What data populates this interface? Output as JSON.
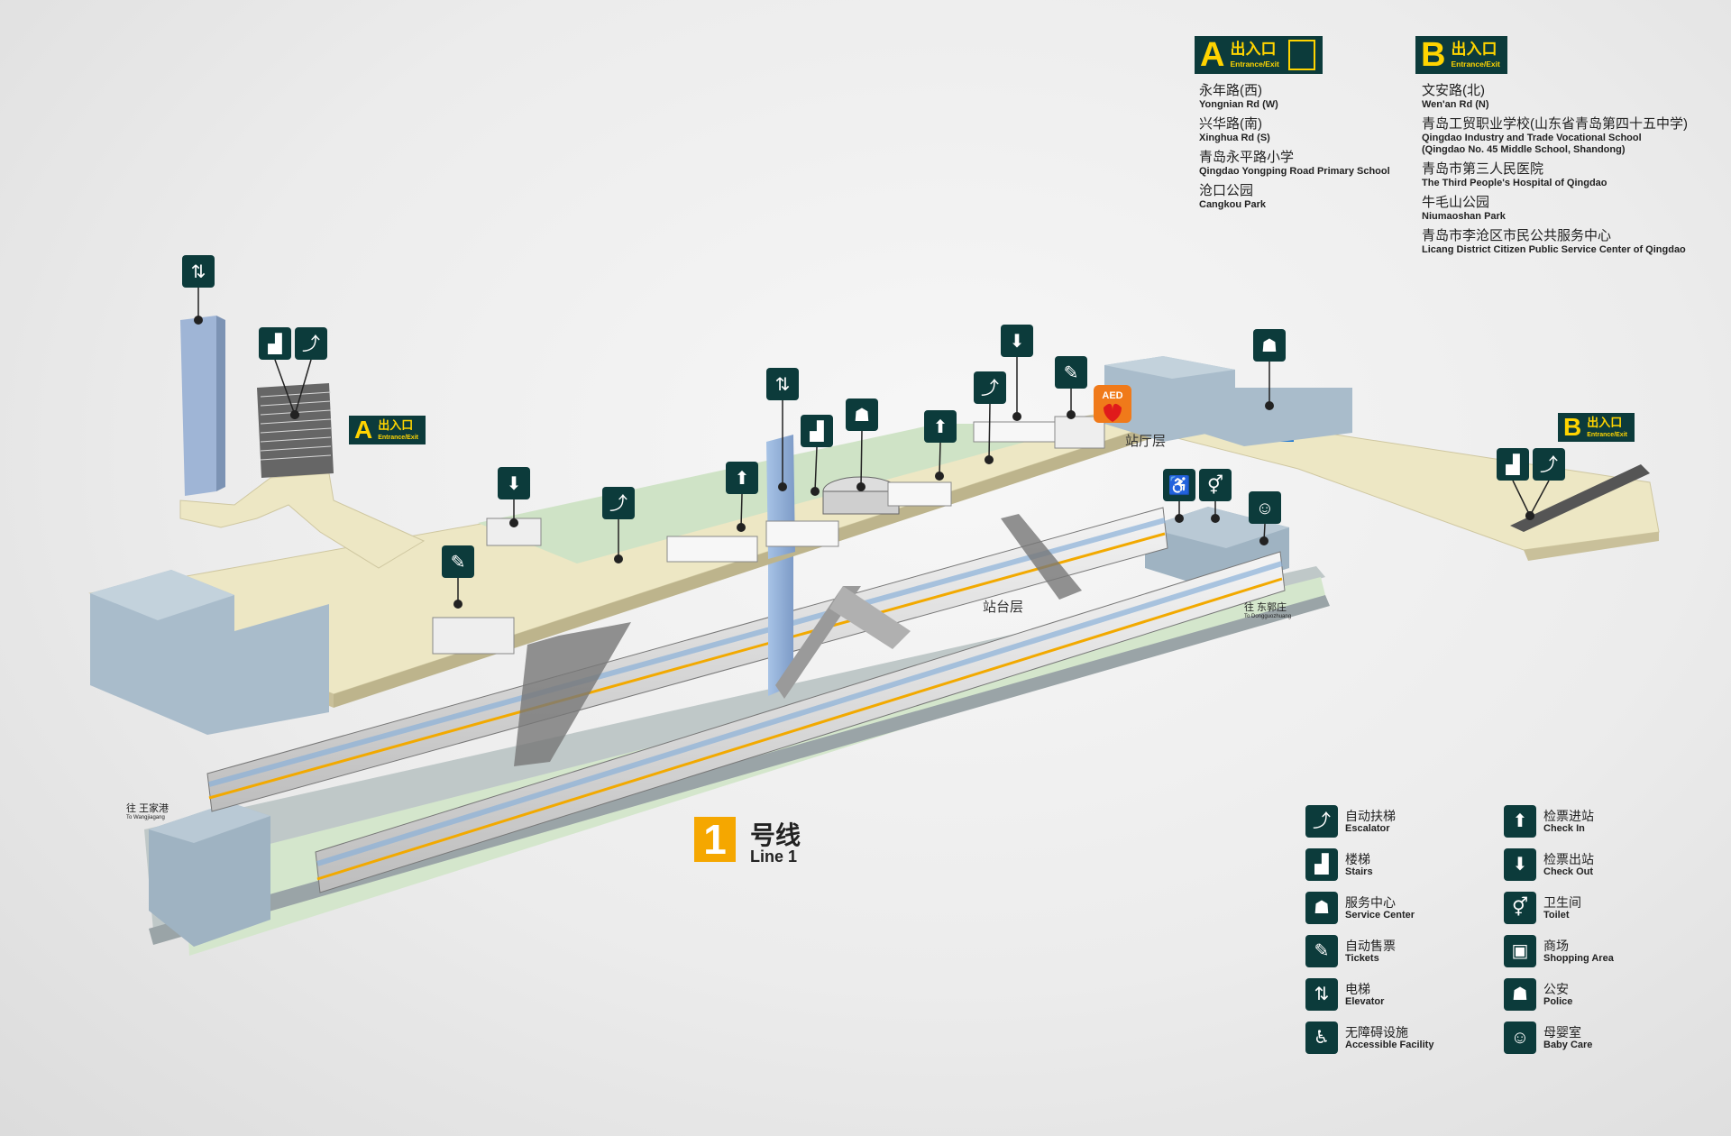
{
  "entrance_a": {
    "letter": "A",
    "title_zh": "出入口",
    "title_en": "Entrance/Exit",
    "destinations": [
      {
        "zh": "永年路(西)",
        "en": "Yongnian Rd (W)"
      },
      {
        "zh": "兴华路(南)",
        "en": "Xinghua Rd (S)"
      },
      {
        "zh": "青岛永平路小学",
        "en": "Qingdao Yongping Road Primary School"
      },
      {
        "zh": "沧口公园",
        "en": "Cangkou Park"
      }
    ]
  },
  "entrance_b": {
    "letter": "B",
    "title_zh": "出入口",
    "title_en": "Entrance/Exit",
    "destinations": [
      {
        "zh": "文安路(北)",
        "en": "Wen'an Rd (N)"
      },
      {
        "zh": "青岛工贸职业学校(山东省青岛第四十五中学)",
        "en": "Qingdao Industry and Trade Vocational School",
        "en2": "(Qingdao No. 45 Middle School, Shandong)"
      },
      {
        "zh": "青岛市第三人民医院",
        "en": "The Third People's Hospital of Qingdao"
      },
      {
        "zh": "牛毛山公园",
        "en": "Niumaoshan Park"
      },
      {
        "zh": "青岛市李沧区市民公共服务中心",
        "en": "Licang District Citizen Public Service Center of Qingdao"
      }
    ]
  },
  "map": {
    "concourse_label": "站厅层",
    "platform_label": "站台层",
    "aed_label": "AED",
    "to_west_zh": "往 王家港",
    "to_west_en": "To Wangjiagang",
    "to_east_zh": "往 东郭庄",
    "to_east_en": "To Dongguozhuang",
    "map_entrance_a_letter": "A",
    "map_entrance_b_letter": "B"
  },
  "line": {
    "number": "1",
    "zh": "号线",
    "en": "Line 1",
    "color": "#f5a700"
  },
  "legend": [
    {
      "icon": "escalator-icon",
      "zh": "自动扶梯",
      "en": "Escalator"
    },
    {
      "icon": "check-in-icon",
      "zh": "检票进站",
      "en": "Check In"
    },
    {
      "icon": "stairs-icon",
      "zh": "楼梯",
      "en": "Stairs"
    },
    {
      "icon": "check-out-icon",
      "zh": "检票出站",
      "en": "Check Out"
    },
    {
      "icon": "service-center-icon",
      "zh": "服务中心",
      "en": "Service Center"
    },
    {
      "icon": "toilet-icon",
      "zh": "卫生间",
      "en": "Toilet"
    },
    {
      "icon": "ticket-icon",
      "zh": "自动售票",
      "en": "Tickets"
    },
    {
      "icon": "shopping-icon",
      "zh": "商场",
      "en": "Shopping Area"
    },
    {
      "icon": "elevator-icon",
      "zh": "电梯",
      "en": "Elevator"
    },
    {
      "icon": "police-icon",
      "zh": "公安",
      "en": "Police"
    },
    {
      "icon": "accessible-icon",
      "zh": "无障碍设施",
      "en": "Accessible Facility"
    },
    {
      "icon": "baby-care-icon",
      "zh": "母婴室",
      "en": "Baby Care"
    }
  ],
  "colors": {
    "sign_bg": "#0c3b3b",
    "sign_accent": "#ffd400",
    "concourse": "#ede7c4",
    "platform": "#cfe3c6",
    "building": "#a9bccb"
  }
}
